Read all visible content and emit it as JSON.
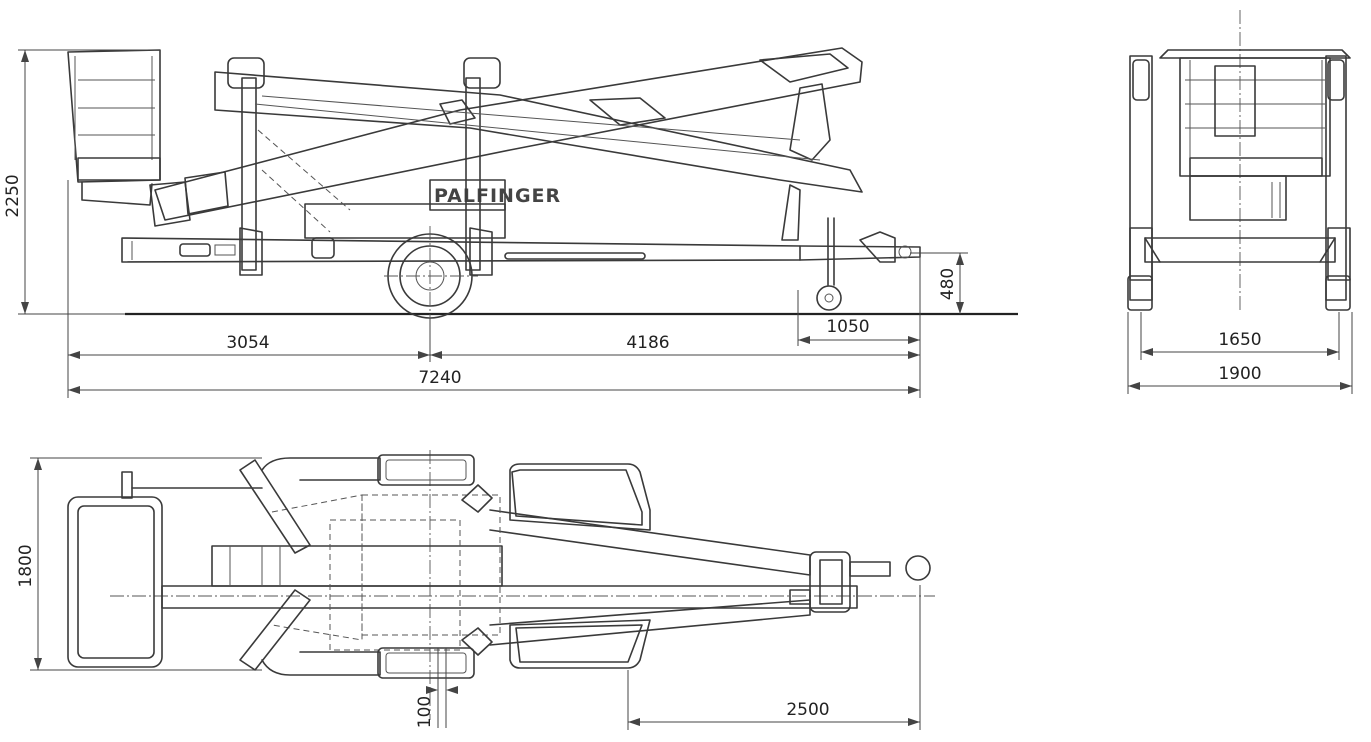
{
  "brand_label": "PALFINGER",
  "dimensions": {
    "height_total": "2250",
    "rear_overhang": "3054",
    "wheel_to_hitch": "4186",
    "length_total": "7240",
    "hitch_length": "1050",
    "hitch_height": "480",
    "track_width": "1650",
    "width_total": "1900",
    "width_outriggers": "1800",
    "outrigger_offset": "100",
    "front_length": "2500"
  }
}
